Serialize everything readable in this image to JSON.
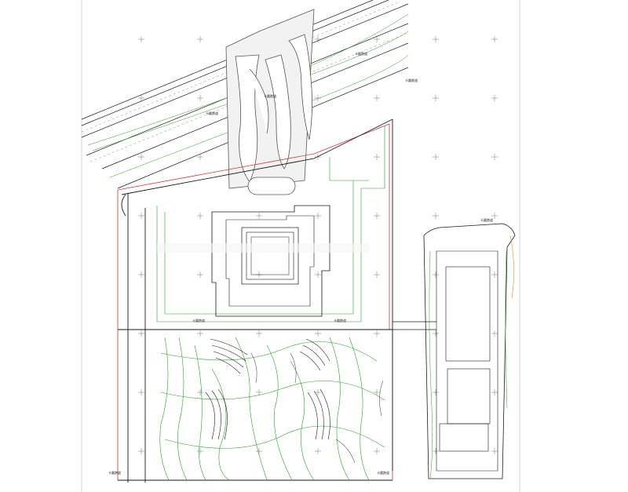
{
  "colors": {
    "line": "#1a1a1a",
    "grey": "#8a8a8a",
    "contour": "#2aa02a",
    "boundary": "#d23a3a",
    "background": "#ffffff"
  },
  "labels": {
    "a": "卡圆跑道",
    "b": "卡圆跑道",
    "c": "卡圆跑道",
    "d": "卡圆跑道",
    "e": "卡圆跑道",
    "f": "卡圆跑道",
    "g": "卡圆跑道",
    "h": "卡圆跑道",
    "i": "卡圆跑道"
  }
}
